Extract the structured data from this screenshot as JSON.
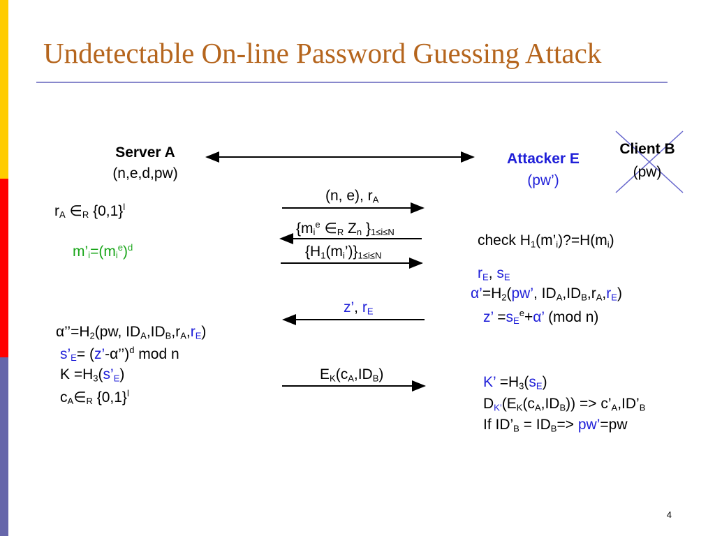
{
  "slide": {
    "title": "Undetectable On-line Password Guessing Attack",
    "page_number": "4"
  },
  "server": {
    "name": "Server A",
    "params": "(n,e,d,pw)"
  },
  "attacker": {
    "name": "Attacker E",
    "params": "(pw’)"
  },
  "client": {
    "name": "Client B",
    "params": "(pw)"
  },
  "left_column": {
    "ra_prefix": "r",
    "ra_sub": "A",
    "ra_in": " ∈",
    "ra_in_sub": "R",
    "ra_set": " {0,1}",
    "ra_sup": "l",
    "m_prime": "m’",
    "m_prime_sub": "i",
    "m_prime_eq": "=(m",
    "m_prime_sub2": "i",
    "m_prime_sup": "e",
    "m_prime_close": ")",
    "m_prime_sup2": "d",
    "alpha2_prefix": "α’’=H",
    "alpha2_sub": "2",
    "alpha2_pw": "(pw, ID",
    "alpha2_sub_a": "A",
    "alpha2_idb": ",ID",
    "alpha2_sub_b": "B",
    "alpha2_r": ",r",
    "alpha2_sub_ra": "A",
    "alpha2_comma": ",",
    "alpha2_re": "r",
    "alpha2_sub_e": "E",
    "alpha2_close": ")",
    "s_prefix": "s’",
    "s_sub": "E",
    "s_eq": "= (",
    "s_z": "z’",
    "s_rest": "-α’’)",
    "s_sup": "d",
    "s_mod": " mod n",
    "k_prefix": "K =H",
    "k_sub": "3",
    "k_open": "(",
    "k_s": "s’",
    "k_s_sub": "E",
    "k_close": ")",
    "c_prefix": "c",
    "c_sub": "A",
    "c_in": "∈",
    "c_in_sub": "R",
    "c_set": " {0,1}",
    "c_sup": "l"
  },
  "middle": {
    "msg1": "(n, e), r",
    "msg1_sub": "A",
    "msg2_open": "{m",
    "msg2_sub": "i",
    "msg2_sup": "e",
    "msg2_in": " ∈",
    "msg2_in_sub": "R",
    "msg2_z": " Z",
    "msg2_z_sub": "n",
    "msg2_close": " }",
    "msg2_range": "1≤i≤N",
    "msg3_open": "{H",
    "msg3_sub": "1",
    "msg3_m": "(m",
    "msg3_m_sub": "i",
    "msg3_close": "’)}",
    "msg3_range": "1≤i≤N",
    "msg4_z": "z’",
    "msg4_comma": ", ",
    "msg4_r": "r",
    "msg4_r_sub": "E",
    "msg5": "E",
    "msg5_sub_k": "K",
    "msg5_c": "(c",
    "msg5_sub_a": "A",
    "msg5_id": ",ID",
    "msg5_sub_b": "B",
    "msg5_close": ")"
  },
  "right_column": {
    "check_prefix": "check H",
    "check_sub": "1",
    "check_m": "(m’",
    "check_m_sub": "i",
    "check_eq": ")?=H(m",
    "check_sub2": "i",
    "check_close": ")",
    "re": "r",
    "re_sub": "E",
    "re_comma": ", ",
    "se": "s",
    "se_sub": "E",
    "alpha_prefix": "α’",
    "alpha_eq": "=H",
    "alpha_sub": "2",
    "alpha_open": "(",
    "alpha_pw": "pw’",
    "alpha_id": ", ID",
    "alpha_sub_a": "A",
    "alpha_idb": ",ID",
    "alpha_sub_b": "B",
    "alpha_r": ",r",
    "alpha_sub_ra": "A",
    "alpha_comma": ",",
    "alpha_re": "r",
    "alpha_sub_e": "E",
    "alpha_close": ")",
    "z_prefix": "z’",
    "z_eq": " =",
    "z_s": "s",
    "z_s_sub": "E",
    "z_sup": "e",
    "z_plus": "+",
    "z_alpha": "α’",
    "z_mod": " (mod n)",
    "k_prefix": "K’",
    "k_eq": " =H",
    "k_sub": "3",
    "k_open": "(",
    "k_s": "s",
    "k_s_sub": "E",
    "k_close": ")",
    "d_prefix": "D",
    "d_sub": "K’",
    "d_e": "(E",
    "d_e_sub": "K",
    "d_c": "(c",
    "d_c_sub": "A",
    "d_id": ",ID",
    "d_id_sub": "B",
    "d_arrow": ")) => c’",
    "d_ca_sub": "A",
    "d_idp": ",ID’",
    "d_idp_sub": "B",
    "if_prefix": "If ID’",
    "if_sub": "B",
    "if_eq": " = ID",
    "if_sub2": "B",
    "if_arrow": "=> ",
    "if_pw": "pw’",
    "if_end": "=pw"
  },
  "colors": {
    "title": "#B5651D",
    "accent_blue": "#1F1FD8",
    "accent_green": "#19A519",
    "cross": "#6666CC"
  }
}
